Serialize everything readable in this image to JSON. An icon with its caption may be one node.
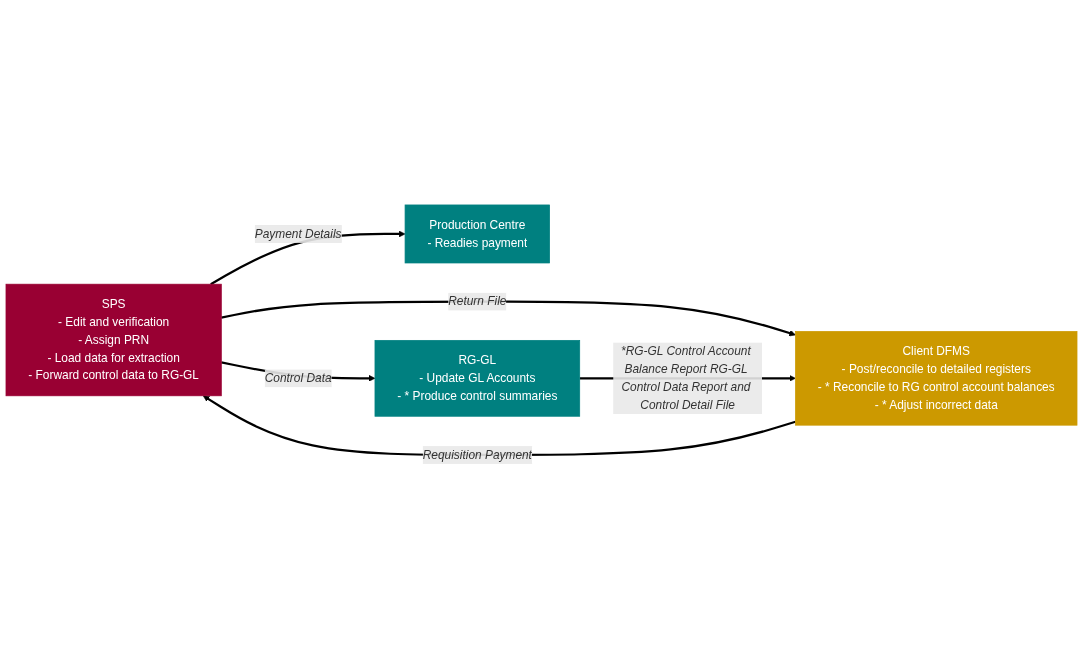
{
  "diagram": {
    "nodes": [
      {
        "text": [
          "SPS",
          "- Edit and verification",
          "- Assign PRN",
          "- Load data for extraction",
          "- Forward control data to RG-GL"
        ]
      },
      {
        "text": [
          "Production Centre",
          "- Readies payment"
        ]
      },
      {
        "text": [
          "Client DFMS",
          "- Post/reconcile to detailed registers",
          "- * Reconcile to RG control account balances",
          "- * Adjust incorrect data"
        ]
      },
      {
        "text": [
          "RG-GL",
          "- Update GL Accounts",
          "- * Produce control summaries"
        ]
      }
    ],
    "edges": [
      {
        "from": 0,
        "to": 1,
        "arrow": "to",
        "label": "Payment Details"
      },
      {
        "from": 2,
        "to": 0,
        "arrow": "to",
        "label": "Requisition Payment"
      },
      {
        "from": 0,
        "to": 2,
        "arrow": "to",
        "label": "Return File"
      },
      {
        "from": 0,
        "to": 3,
        "arrow": "to",
        "label": "Control Data"
      },
      {
        "from": 3,
        "to": 2,
        "arrow": "to",
        "label": "*RG-GL Control Account Balance Report RG-GL Control Data Report and Control Detail File"
      }
    ]
  }
}
